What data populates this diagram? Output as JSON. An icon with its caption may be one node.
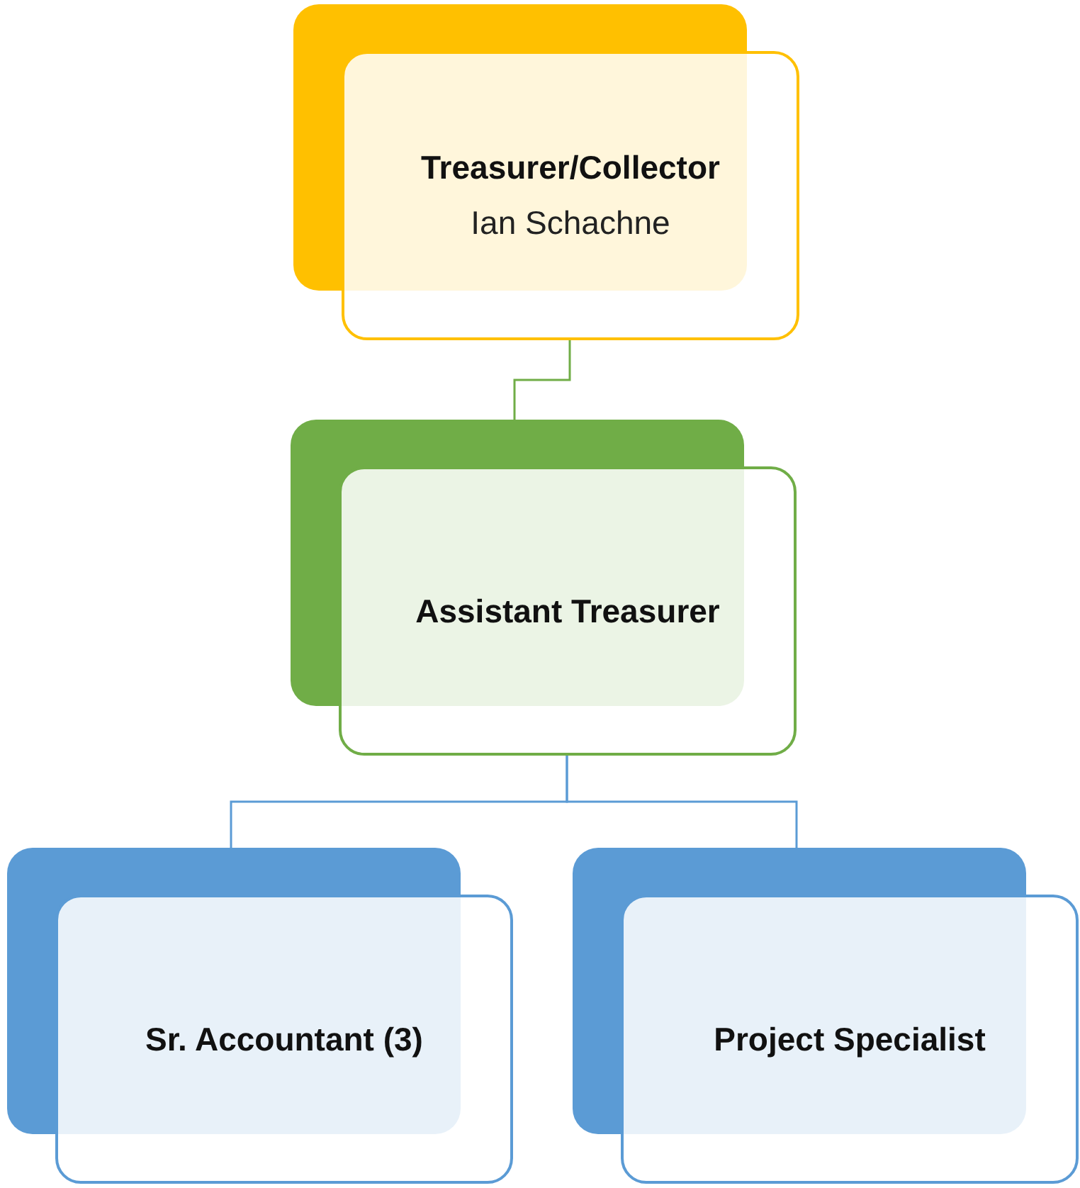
{
  "diagram": {
    "nodes": [
      {
        "text": [
          "Treasurer/Collector",
          "Ian Schachne"
        ]
      },
      {
        "text": [
          "Assistant Treasurer"
        ]
      },
      {
        "text": [
          "Sr. Accountant (3)"
        ]
      },
      {
        "text": [
          "Project Specialist"
        ]
      }
    ],
    "edges": [
      {
        "from": 0,
        "to": 1,
        "arrow": "none",
        "color": "#70ad47"
      },
      {
        "from": 1,
        "to": 2,
        "arrow": "none"
      },
      {
        "from": 1,
        "to": 3,
        "arrow": "none"
      }
    ]
  }
}
